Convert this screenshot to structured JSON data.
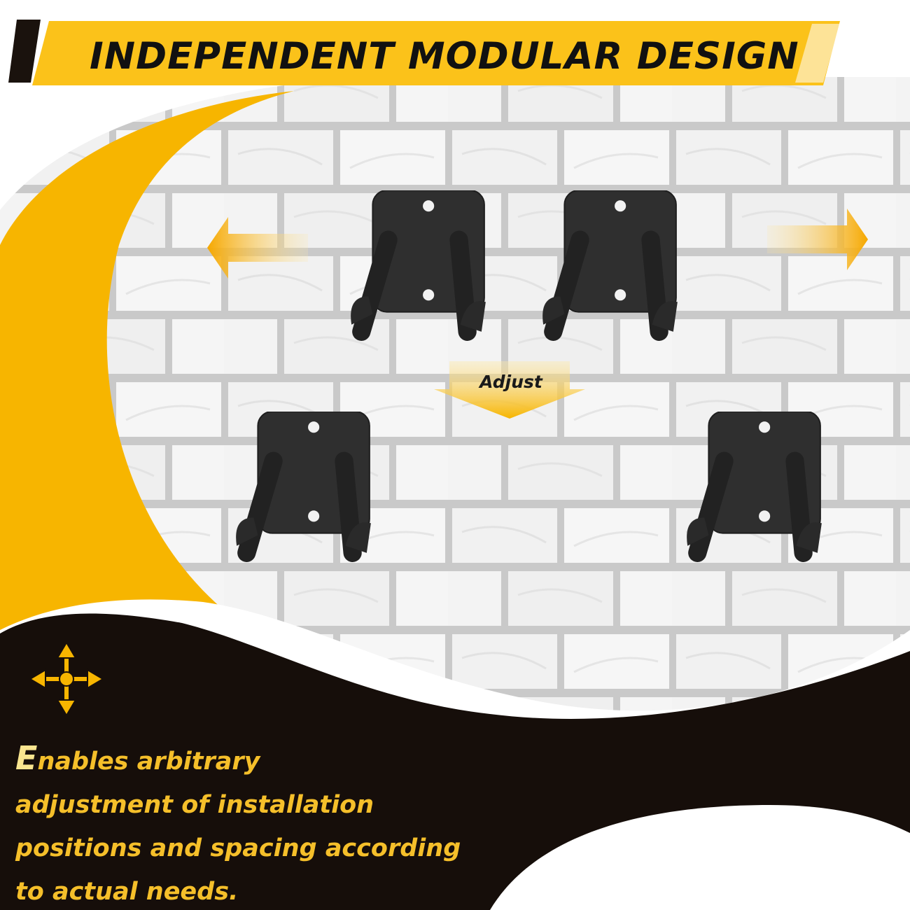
{
  "banner": {
    "title": "INDEPENDENT MODULAR DESIGN"
  },
  "adjust_label": "Adjust",
  "description": {
    "lines": [
      "Enables arbitrary",
      "adjustment of installation",
      "positions and spacing according",
      "to actual needs."
    ]
  },
  "icons": {
    "move": "move-arrows-icon",
    "left_arrow": "arrow-left-icon",
    "right_arrow": "arrow-right-icon",
    "down_arrow": "arrow-down-icon"
  },
  "products": [
    {
      "name": "double-hook-mount"
    },
    {
      "name": "double-hook-mount"
    },
    {
      "name": "double-hook-mount"
    },
    {
      "name": "double-hook-mount"
    }
  ],
  "colors": {
    "accent_yellow": "#f7b500",
    "banner_yellow": "#fbc21a",
    "dark_band": "#160e0a",
    "hook_black": "#2c2c2c",
    "text_yellow": "#f5bf2a",
    "brick_white": "#f4f4f4",
    "mortar_gray": "#cfcfcf"
  }
}
